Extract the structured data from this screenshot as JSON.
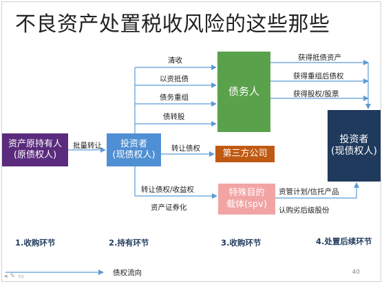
{
  "title": "不良资产处置税收风险的这些那些",
  "boxes": {
    "original_holder_line1": "资产原持有人",
    "original_holder_line2": "(原债权人)",
    "investor_current_line1": "投资者",
    "investor_current_line2": "(现债权人)",
    "debtor": "债务人",
    "third_party": "第三方公司",
    "spv_line1": "特殊目的",
    "spv_line2": "载体(spv)",
    "investor_final_line1": "投资者",
    "investor_final_line2": "(现债权人)"
  },
  "labels": {
    "bulk_transfer": "批量转让",
    "collect": "清收",
    "asset_for_debt": "以资抵债",
    "restructure": "债务重组",
    "debt_to_equity": "债转股",
    "transfer_claim": "转让债权",
    "transfer_claim_income": "转让债权/收益权",
    "securitization": "资产证券化",
    "get_asset": "获得抵债资产",
    "get_restructured": "获得重组后债权",
    "get_equity": "获得股权/股票",
    "trust_product": "资管计划/信托产品",
    "subordinated": "认购劣后级股份"
  },
  "stages": [
    "1.收购环节",
    "2.持有环节",
    "3.收购环节",
    "4.处置后续环节"
  ],
  "legend": {
    "flow": "债权流向"
  },
  "page_number": "40",
  "colors": {
    "original_holder": "#5b2b7d",
    "investor_current": "#4f8fd3",
    "debtor": "#5aa14b",
    "third_party": "#c05a12",
    "spv": "#f2a4a4",
    "investor_final": "#1f3a5c",
    "arrow": "#5b9bd5",
    "stage_text": "#1f3a5c"
  }
}
